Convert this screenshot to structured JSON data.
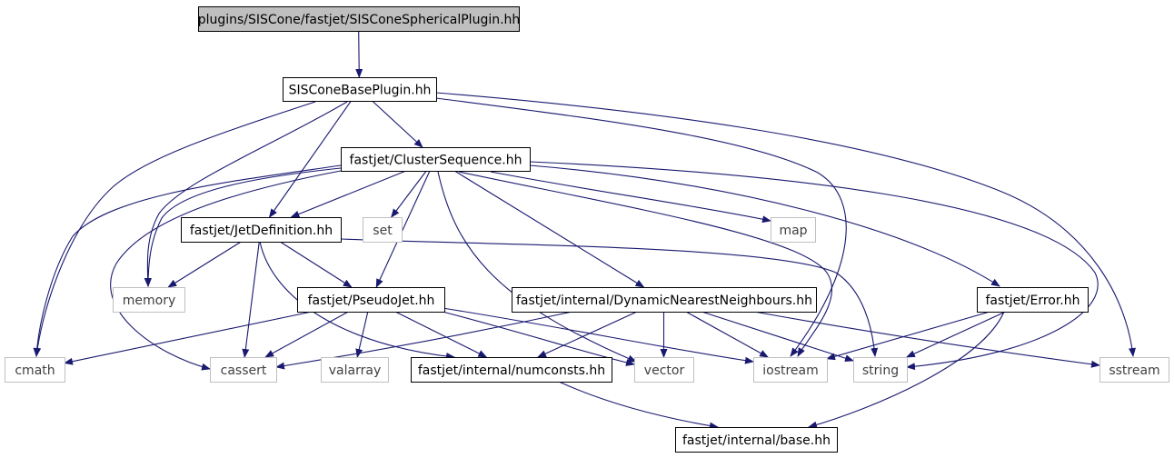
{
  "colors": {
    "edge": "#191970",
    "root_fill": "#bfbfbf",
    "node_border": "#000000",
    "system_border": "#bfbfbf",
    "system_text": "#404040",
    "text": "#000000"
  },
  "nodes": [
    {
      "id": "root",
      "label": "plugins/SISCone/fastjet/SISConeSphericalPlugin.hh",
      "kind": "root"
    },
    {
      "id": "siscone_base",
      "label": "SISConeBasePlugin.hh",
      "kind": "file"
    },
    {
      "id": "cluster_seq",
      "label": "fastjet/ClusterSequence.hh",
      "kind": "file"
    },
    {
      "id": "jetdef",
      "label": "fastjet/JetDefinition.hh",
      "kind": "file"
    },
    {
      "id": "set",
      "label": "set",
      "kind": "system"
    },
    {
      "id": "map",
      "label": "map",
      "kind": "system"
    },
    {
      "id": "memory",
      "label": "memory",
      "kind": "system"
    },
    {
      "id": "pseudojet",
      "label": "fastjet/PseudoJet.hh",
      "kind": "file"
    },
    {
      "id": "dnn",
      "label": "fastjet/internal/DynamicNearestNeighbours.hh",
      "kind": "file"
    },
    {
      "id": "error",
      "label": "fastjet/Error.hh",
      "kind": "file"
    },
    {
      "id": "cmath",
      "label": "cmath",
      "kind": "system"
    },
    {
      "id": "cassert",
      "label": "cassert",
      "kind": "system"
    },
    {
      "id": "valarray",
      "label": "valarray",
      "kind": "system"
    },
    {
      "id": "numconsts",
      "label": "fastjet/internal/numconsts.hh",
      "kind": "file"
    },
    {
      "id": "vector",
      "label": "vector",
      "kind": "system"
    },
    {
      "id": "iostream",
      "label": "iostream",
      "kind": "system"
    },
    {
      "id": "string",
      "label": "string",
      "kind": "system"
    },
    {
      "id": "sstream",
      "label": "sstream",
      "kind": "system"
    },
    {
      "id": "base",
      "label": "fastjet/internal/base.hh",
      "kind": "file"
    }
  ],
  "edges": [
    [
      "root",
      "siscone_base"
    ],
    [
      "siscone_base",
      "cluster_seq"
    ],
    [
      "siscone_base",
      "jetdef"
    ],
    [
      "siscone_base",
      "cmath"
    ],
    [
      "siscone_base",
      "memory"
    ],
    [
      "siscone_base",
      "iostream"
    ],
    [
      "siscone_base",
      "sstream"
    ],
    [
      "cluster_seq",
      "jetdef"
    ],
    [
      "cluster_seq",
      "set"
    ],
    [
      "cluster_seq",
      "map"
    ],
    [
      "cluster_seq",
      "memory"
    ],
    [
      "cluster_seq",
      "cmath"
    ],
    [
      "cluster_seq",
      "cassert"
    ],
    [
      "cluster_seq",
      "pseudojet"
    ],
    [
      "cluster_seq",
      "vector"
    ],
    [
      "cluster_seq",
      "dnn"
    ],
    [
      "cluster_seq",
      "iostream"
    ],
    [
      "cluster_seq",
      "error"
    ],
    [
      "cluster_seq",
      "string"
    ],
    [
      "jetdef",
      "memory"
    ],
    [
      "jetdef",
      "cassert"
    ],
    [
      "jetdef",
      "pseudojet"
    ],
    [
      "jetdef",
      "numconsts"
    ],
    [
      "jetdef",
      "string"
    ],
    [
      "pseudojet",
      "cmath"
    ],
    [
      "pseudojet",
      "cassert"
    ],
    [
      "pseudojet",
      "valarray"
    ],
    [
      "pseudojet",
      "numconsts"
    ],
    [
      "pseudojet",
      "vector"
    ],
    [
      "pseudojet",
      "iostream"
    ],
    [
      "dnn",
      "cassert"
    ],
    [
      "dnn",
      "numconsts"
    ],
    [
      "dnn",
      "vector"
    ],
    [
      "dnn",
      "iostream"
    ],
    [
      "dnn",
      "string"
    ],
    [
      "dnn",
      "sstream"
    ],
    [
      "error",
      "iostream"
    ],
    [
      "error",
      "string"
    ],
    [
      "error",
      "base"
    ],
    [
      "numconsts",
      "base"
    ]
  ]
}
